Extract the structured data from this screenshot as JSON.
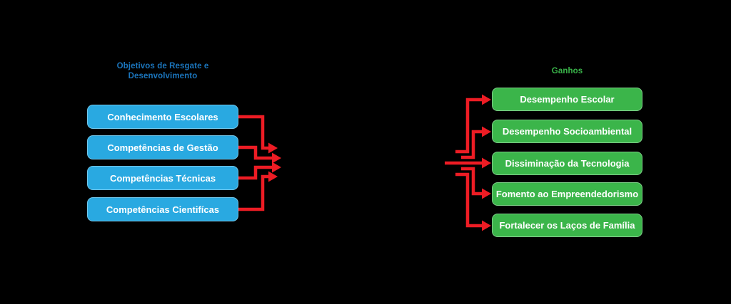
{
  "left_column": {
    "title": "Objetivos de Resgate e\nDesenvolvimento",
    "items": [
      {
        "label": "Conhecimento Escolares"
      },
      {
        "label": "Competências de Gestão"
      },
      {
        "label": "Competências Técnicas"
      },
      {
        "label": "Competências Cientifícas"
      }
    ]
  },
  "right_column": {
    "title": "Ganhos",
    "items": [
      {
        "label": "Desempenho Escolar"
      },
      {
        "label": "Desempenho Socioambiental"
      },
      {
        "label": "Dissiminação da Tecnologia"
      },
      {
        "label": "Fomento ao Empreendedorismo"
      },
      {
        "label": "Fortalecer os Laços de Família"
      }
    ]
  },
  "colors": {
    "background": "#000000",
    "blue_box": "#29A9E1",
    "green_box": "#3BB54A",
    "left_title": "#1B75BC",
    "right_title": "#3AB54A",
    "arrow": "#ED1C24",
    "box_text": "#FFFFFF"
  }
}
